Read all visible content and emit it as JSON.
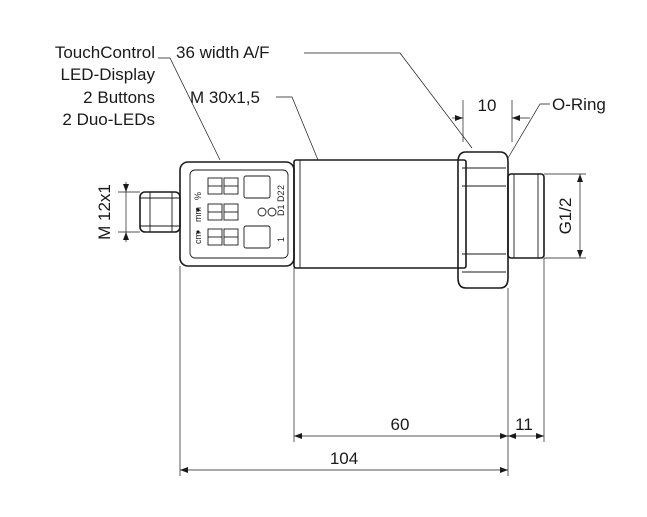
{
  "callouts": {
    "touchcontrol_lines": [
      "TouchControl",
      "LED-Display",
      "2 Buttons",
      "2 Duo-LEDs"
    ],
    "width_af": "36 width A/F",
    "thread_m30": "M 30x1,5",
    "oring": "O-Ring"
  },
  "dimensions": {
    "d10": "10",
    "m12": "M 12x1",
    "g12": "G1/2",
    "d60": "60",
    "d11": "11",
    "d104": "104"
  },
  "display_labels": {
    "unit_cm": "cm",
    "unit_mm": "mm",
    "unit_pct": "%",
    "d1": "D1",
    "d2": "D2",
    "one": "1",
    "two": "2"
  }
}
